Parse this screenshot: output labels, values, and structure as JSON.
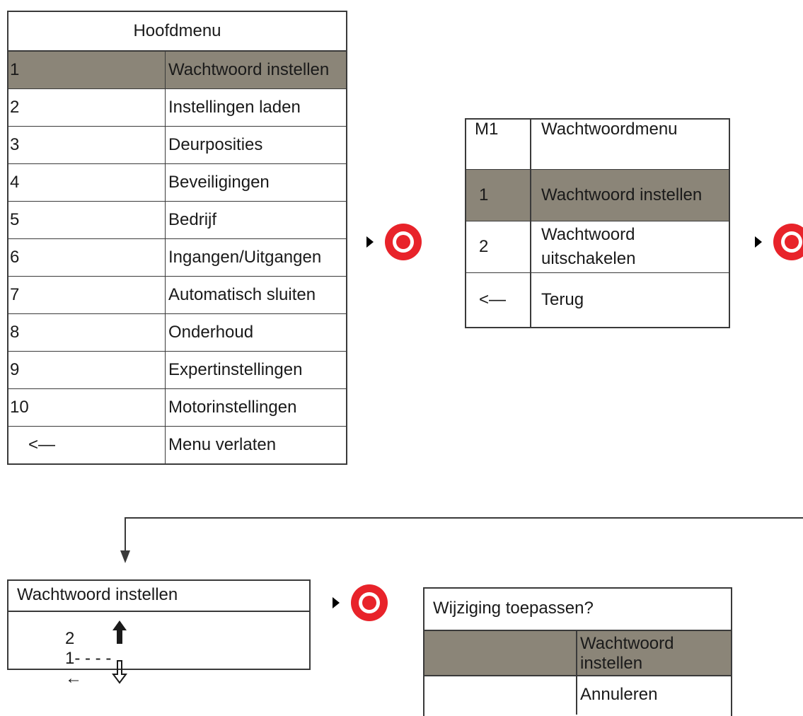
{
  "main_menu": {
    "title": "Hoofdmenu",
    "items": [
      {
        "num": "1",
        "label": "Wachtwoord instellen"
      },
      {
        "num": "2",
        "label": "Instellingen laden"
      },
      {
        "num": "3",
        "label": "Deurposities"
      },
      {
        "num": "4",
        "label": "Beveiligingen"
      },
      {
        "num": "5",
        "label": "Bedrijf"
      },
      {
        "num": "6",
        "label": "Ingangen/Uitgangen"
      },
      {
        "num": "7",
        "label": "Automatisch sluiten"
      },
      {
        "num": "8",
        "label": "Onderhoud"
      },
      {
        "num": "9",
        "label": "Expertinstellingen"
      },
      {
        "num": "10",
        "label": "Motorinstellingen"
      },
      {
        "num": "<—",
        "label": "Menu verlaten"
      }
    ]
  },
  "password_menu": {
    "code": "M1",
    "title": "Wachtwoordmenu",
    "items": [
      {
        "num": "1",
        "label": "Wachtwoord instellen"
      },
      {
        "num": "2",
        "label": "Wachtwoord uitschakelen"
      },
      {
        "num": "<—",
        "label": "Terug"
      }
    ]
  },
  "set_password": {
    "title": "Wachtwoord instellen",
    "digit_top": "2",
    "digit_entry": "1- - - -",
    "back_glyph": "←"
  },
  "apply_dialog": {
    "title": "Wijziging toepassen?",
    "option_1": "Wachtwoord instellen",
    "option_2": "Annuleren"
  },
  "colors": {
    "highlight": "#8b8578",
    "button_red": "#e8232a",
    "line": "#3a3a3a"
  }
}
